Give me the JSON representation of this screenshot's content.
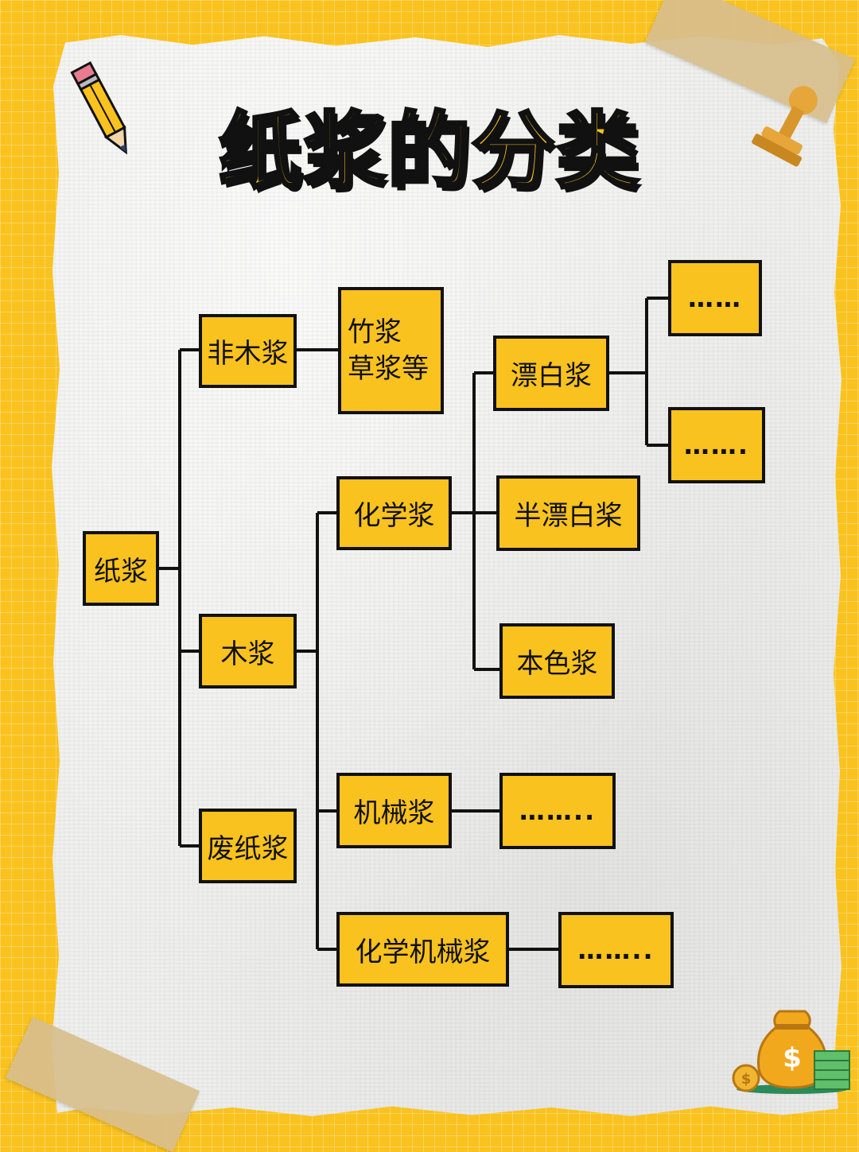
{
  "title": "纸浆的分类",
  "nodes": {
    "root": "纸浆",
    "non_wood": "非木浆",
    "non_wood_examples": [
      "竹浆",
      "草浆等"
    ],
    "wood": "木浆",
    "waste_paper": "废纸浆",
    "chemical": "化学浆",
    "mechanical": "机械浆",
    "chemi_mechanical": "化学机械浆",
    "bleached": "漂白浆",
    "semi_bleached": "半漂白桨",
    "unbleached": "本色浆",
    "bleached_more_1": "……",
    "bleached_more_2": "…….",
    "mechanical_more": "……..",
    "chemi_mechanical_more": "…….."
  },
  "colors": {
    "background": "#f9c21e",
    "node_fill": "#f9c21e",
    "line": "#111111",
    "paper": "#efefed"
  },
  "icons": [
    "pencil-icon",
    "stamp-icon",
    "money-bag-icon",
    "coin-icon",
    "cash-stack-icon"
  ]
}
